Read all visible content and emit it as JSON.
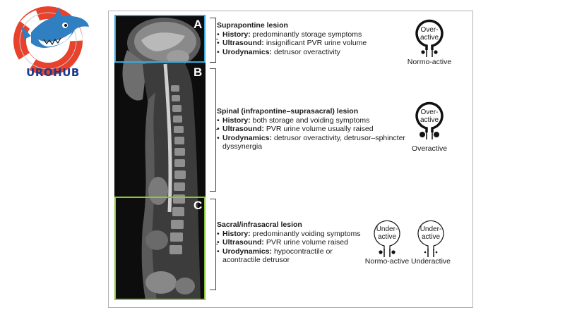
{
  "brand": {
    "name": "UROHUB"
  },
  "regions": [
    {
      "letter": "A",
      "title": "Suprapontine lesion",
      "items": [
        {
          "label": "History:",
          "text": " predominantly storage symptoms"
        },
        {
          "label": "Ultrasound:",
          "text": " insignificant PVR urine volume"
        },
        {
          "label": "Urodynamics:",
          "text": " detrusor overactivity"
        }
      ]
    },
    {
      "letter": "B",
      "title": "Spinal (infrapontine–suprasacral) lesion",
      "items": [
        {
          "label": "History:",
          "text": " both storage and voiding symptoms"
        },
        {
          "label": "Ultrasound:",
          "text": " PVR urine volume usually raised"
        },
        {
          "label": "Urodynamics:",
          "text": " detrusor overactivity, detrusor–sphincter dyssynergia"
        }
      ]
    },
    {
      "letter": "C",
      "title": "Sacral/infrasacral lesion",
      "items": [
        {
          "label": "History:",
          "text": " predominantly voiding symptoms"
        },
        {
          "label": "Ultrasound:",
          "text": " PVR urine volume raised"
        },
        {
          "label": "Urodynamics:",
          "text": " hypocontractile or acontractile detrusor"
        }
      ]
    }
  ],
  "bladders": [
    {
      "detrusor_line1": "Over-",
      "detrusor_line2": "active",
      "sphincter": "Normo-active",
      "wall": "thick",
      "dots": "large"
    },
    {
      "detrusor_line1": "Over-",
      "detrusor_line2": "active",
      "sphincter": "Overactive",
      "wall": "thick",
      "dots": "large"
    },
    {
      "detrusor_line1": "Under-",
      "detrusor_line2": "active",
      "sphincter": "Normo-active",
      "wall": "thin",
      "dots": "large"
    },
    {
      "detrusor_line1": "Under-",
      "detrusor_line2": "active",
      "sphincter": "Underactive",
      "wall": "thin",
      "dots": "small"
    }
  ]
}
